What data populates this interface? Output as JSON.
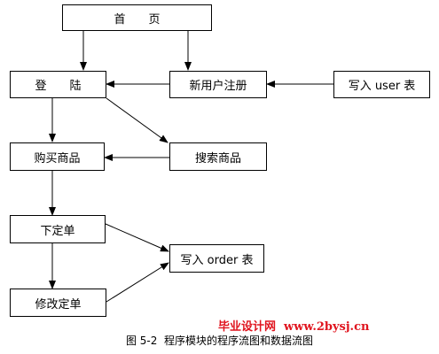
{
  "flowchart": {
    "nodes": {
      "home": "首　　页",
      "login": "登　　陆",
      "register": "新用户注册",
      "write_user": "写入 user 表",
      "buy": "购买商品",
      "search": "搜索商品",
      "order": "下定单",
      "write_order": "写入 order 表",
      "modify": "修改定单"
    },
    "edges": [
      {
        "from": "home",
        "to": "login"
      },
      {
        "from": "home",
        "to": "register"
      },
      {
        "from": "register",
        "to": "login"
      },
      {
        "from": "write_user",
        "to": "register"
      },
      {
        "from": "login",
        "to": "buy"
      },
      {
        "from": "login",
        "to": "search"
      },
      {
        "from": "search",
        "to": "buy"
      },
      {
        "from": "buy",
        "to": "order"
      },
      {
        "from": "order",
        "to": "modify"
      },
      {
        "from": "order",
        "to": "write_order"
      },
      {
        "from": "modify",
        "to": "write_order"
      }
    ]
  },
  "caption": "图 5-2  程序模块的程序流图和数据流图",
  "watermark": "毕业设计网  www.2bysj.cn",
  "colors": {
    "line": "#000000",
    "watermark": "#e0141e"
  }
}
